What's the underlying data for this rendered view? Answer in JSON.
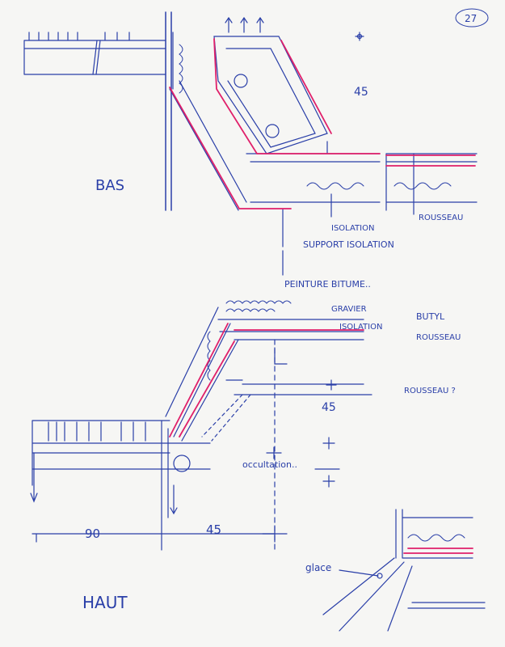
{
  "page_number": "27",
  "colors": {
    "ink_blue": "#2a3fa8",
    "ink_pink": "#e0206a",
    "paper": "#f6f6f4"
  },
  "top_detail": {
    "section_label": "BAS",
    "dimension": "45",
    "labels": {
      "isolation": "ISOLATION",
      "rousseau": "ROUSSEAU",
      "support_isolation": "SUPPORT ISOLATION",
      "peinture": "PEINTURE BITUME.."
    }
  },
  "bottom_detail": {
    "section_label": "HAUT",
    "labels": {
      "gravier": "GRAVIER",
      "butyl": "BUTYL",
      "isolation": "ISOLATION",
      "rousseau": "ROUSSEAU",
      "rousseau_q": "ROUSSEAU ?",
      "occultation": "occultation..",
      "glace": "glace"
    },
    "dimensions": {
      "d45_upper": "45",
      "d90": "90",
      "d45_lower": "45"
    }
  }
}
